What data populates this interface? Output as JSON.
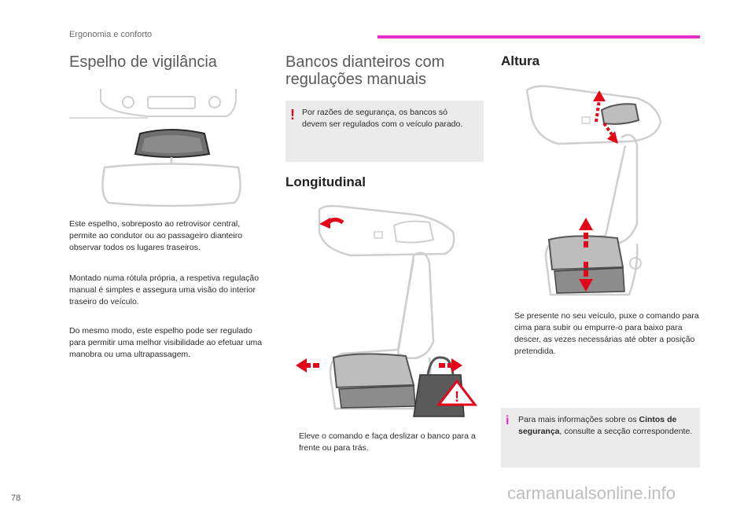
{
  "header": {
    "section": "Ergonomia e conforto",
    "accent_color": "#e62ec9"
  },
  "col1": {
    "title": "Espelho de vigilância",
    "p1": "Este espelho, sobreposto ao retrovisor central, permite ao condutor ou ao passageiro dianteiro observar todos os lugares traseiros.",
    "p2": "Montado numa rótula própria, a respetiva regulação manual é simples e assegura uma visão do interior traseiro do veículo.",
    "p3": "Do mesmo modo, este espelho pode ser regulado para permitir uma melhor visibilidade ao efetuar uma manobra ou uma ultrapassagem."
  },
  "col2": {
    "title_line1": "Bancos dianteiros com",
    "title_line2": "regulações manuais",
    "warning_mark": "!",
    "warning_text": "Por razões de segurança, os bancos só devem ser regulados com o veículo parado.",
    "subtitle": "Longitudinal",
    "bullet_mark": "",
    "instruction": "Eleve o comando e faça deslizar o banco para a frente ou para trás."
  },
  "col3": {
    "subtitle": "Altura",
    "bullet_mark": "",
    "instruction": "Se presente no seu veículo, puxe o comando para cima para subir ou empurre-o para baixo para descer, as vezes necessárias até obter a posição pretendida.",
    "info_mark": "i",
    "info_pre": "Para mais informações sobre os ",
    "info_bold": "Cintos de segurança",
    "info_post": ", consulte a secção correspondente."
  },
  "footer": {
    "page_number": "78",
    "watermark": "carmanualsonline.info"
  },
  "colors": {
    "arrow_red": "#e3061a",
    "note_grey": "#ebebeb"
  }
}
